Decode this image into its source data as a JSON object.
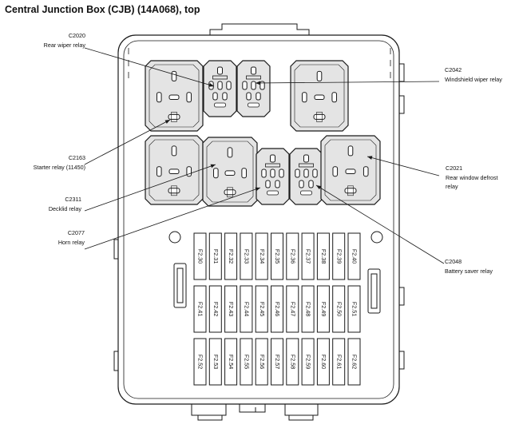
{
  "title": "Central Junction Box (CJB) (14A068), top",
  "callouts": [
    {
      "id": "c2020",
      "code": "C2020",
      "desc": [
        "Rear wiper relay"
      ]
    },
    {
      "id": "c2163",
      "code": "C2163",
      "desc": [
        "Starter relay (11450)"
      ]
    },
    {
      "id": "c2311",
      "code": "C2311",
      "desc": [
        "Decklid relay"
      ]
    },
    {
      "id": "c2077",
      "code": "C2077",
      "desc": [
        "Horn relay"
      ]
    },
    {
      "id": "c2042",
      "code": "C2042",
      "desc": [
        "Windshield wiper relay"
      ]
    },
    {
      "id": "c2021",
      "code": "C2021",
      "desc": [
        "Rear window defrost",
        "relay"
      ]
    },
    {
      "id": "c2048",
      "code": "C2048",
      "desc": [
        "Battery saver relay"
      ]
    }
  ],
  "fuse_rows": [
    [
      "F2.30",
      "F2.31",
      "F2.32",
      "F2.33",
      "F2.34",
      "F2.35",
      "F2.36",
      "F2.37",
      "F2.38",
      "F2.39",
      "F2.40"
    ],
    [
      "F2.41",
      "F2.42",
      "F2.43",
      "F2.44",
      "F2.45",
      "F2.46",
      "F2.47",
      "F2.48",
      "F2.49",
      "F2.50",
      "F2.51"
    ],
    [
      "F2.52",
      "F2.53",
      "F2.54",
      "F2.55",
      "F2.56",
      "F2.57",
      "F2.58",
      "F2.59",
      "F2.60",
      "F2.61",
      "F2.62"
    ]
  ],
  "colors": {
    "line": "#1a1a1a",
    "relay_fill": "#e4e4e4",
    "background": "#ffffff"
  }
}
